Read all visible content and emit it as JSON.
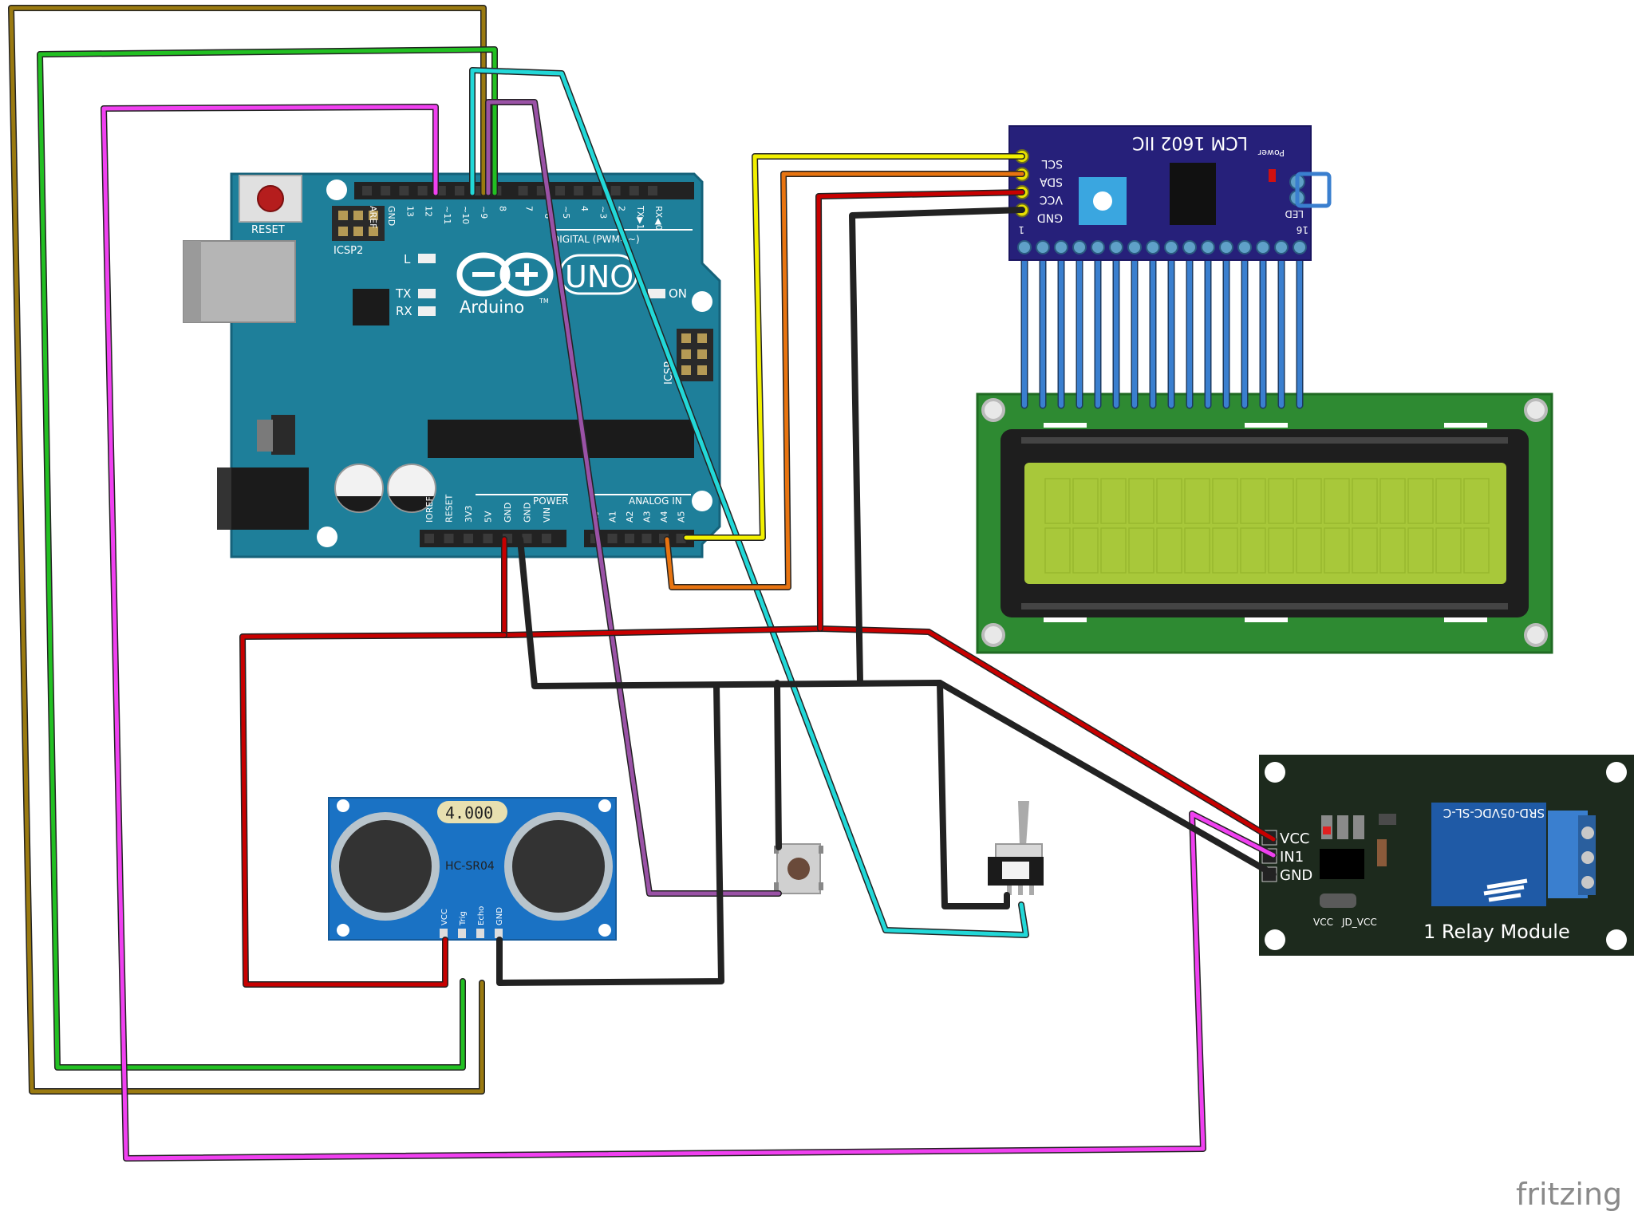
{
  "diagram": {
    "watermark": "fritzing",
    "arduino": {
      "brand": "Arduino",
      "model": "UNO",
      "trademark": "TM",
      "reset": "RESET",
      "icsp2": "ICSP2",
      "icsp": "ICSP",
      "led_l": "L",
      "led_tx": "TX",
      "led_rx": "RX",
      "led_on": "ON",
      "digital_header": "DIGITAL (PWM=~)",
      "power_header": "POWER",
      "analog_header": "ANALOG IN",
      "digital_pins": [
        "AREF",
        "GND",
        "13",
        "12",
        "~11",
        "~10",
        "~9",
        "8",
        "7",
        "~6",
        "~5",
        "4",
        "~3",
        "2",
        "TX▶1",
        "RX◀0"
      ],
      "power_pins": [
        "IOREF",
        "RESET",
        "3V3",
        "5V",
        "GND",
        "GND",
        "VIN"
      ],
      "analog_pins": [
        "A0",
        "A1",
        "A2",
        "A3",
        "A4",
        "A5"
      ]
    },
    "lcd_backpack": {
      "title": "LCM 1602 IIC",
      "pins": [
        "SCL",
        "SDA",
        "VCC",
        "GND"
      ],
      "pin1": "1",
      "pin16": "16",
      "power": "Power",
      "led": "LED"
    },
    "ultrasonic": {
      "model": "HC-SR04",
      "crystal": "4.000",
      "pins": [
        "VCC",
        "Trig",
        "Echo",
        "GND"
      ]
    },
    "relay": {
      "title": "1 Relay Module",
      "relay_part": "SRD-05VDC-SL-C",
      "pins": [
        "VCC",
        "IN1",
        "GND"
      ],
      "jumper_vcc": "VCC",
      "jumper_jdvcc": "JD_VCC"
    },
    "colors": {
      "arduino": "#1e7f9a",
      "lcd_board": "#2e8a32",
      "lcd_screen": "#a8c83a",
      "backpack": "#26207a",
      "sensor": "#1a72c4",
      "relay": "#1d2a1d",
      "wire_red": "#c80000",
      "wire_black": "#222222",
      "wire_yellow": "#f2f000",
      "wire_orange": "#e87410",
      "wire_cyan": "#22d8d8",
      "wire_purple": "#9a52a6",
      "wire_green": "#22c022",
      "wire_olive": "#9a7a10",
      "wire_magenta": "#f040f0",
      "wire_blue": "#3a7fcf"
    }
  }
}
